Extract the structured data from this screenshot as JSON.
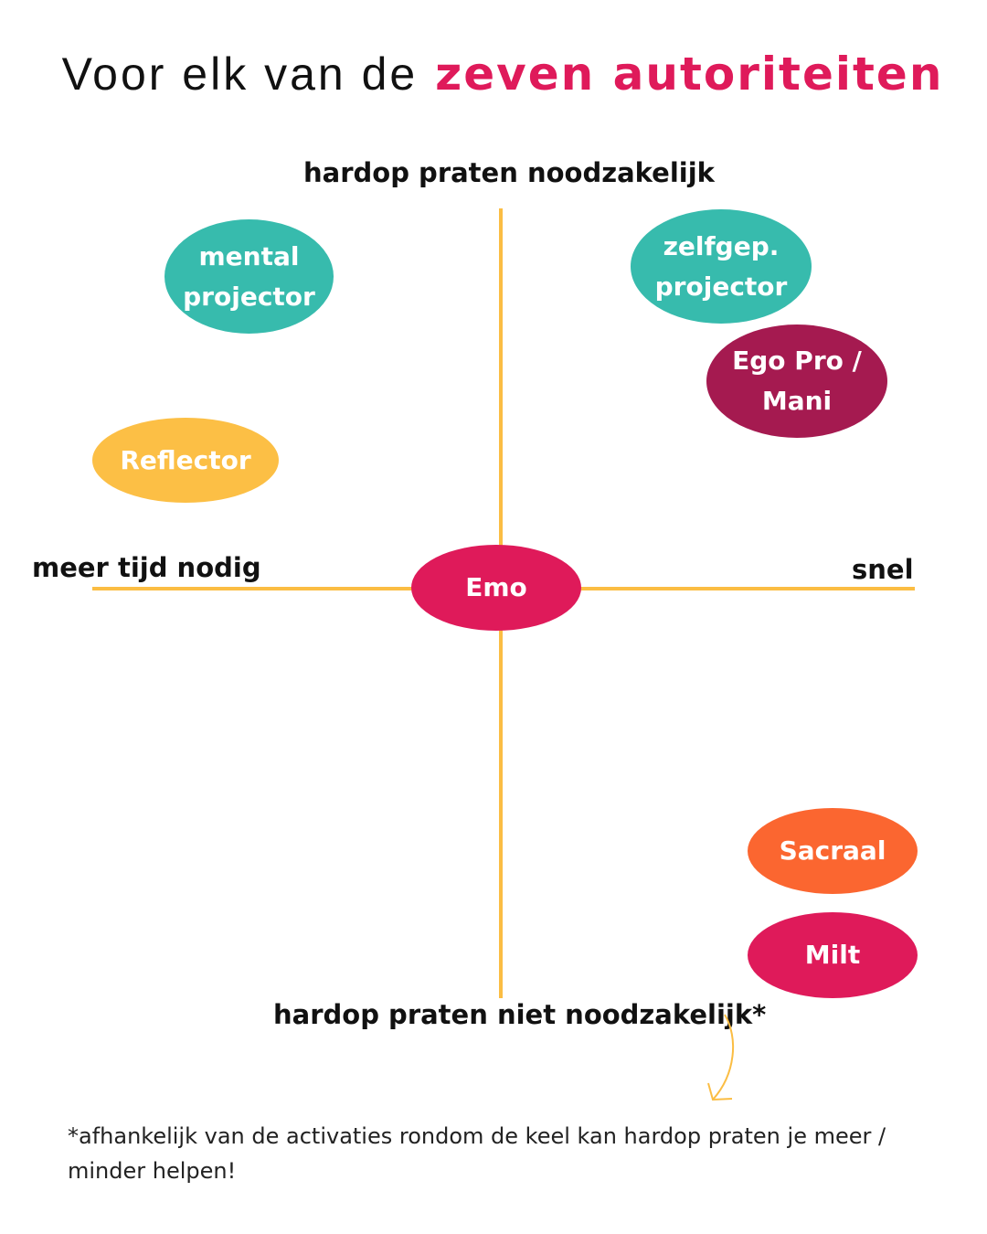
{
  "title": {
    "plain": "Voor elk van de",
    "accent": "zeven autoriteiten"
  },
  "axes": {
    "top": "hardop praten noodzakelijk",
    "bottom": "hardop praten niet noodzakelijk*",
    "left": "meer tijd nodig",
    "right": "snel"
  },
  "colors": {
    "axis": "#fbbd43",
    "teal": "#37bbad",
    "magenta": "#df1a5a",
    "plum": "#a51a50",
    "yellow": "#fcbf45",
    "orange": "#fb6630"
  },
  "authorities": [
    {
      "id": "mental-projector",
      "line1": "mental",
      "line2": "projector",
      "color": "#37bbad"
    },
    {
      "id": "zelfgep-projector",
      "line1": "zelfgep.",
      "line2": "projector",
      "color": "#37bbad"
    },
    {
      "id": "ego-pro-mani",
      "line1": "Ego Pro /",
      "line2": "Mani",
      "color": "#a51a50"
    },
    {
      "id": "reflector",
      "line1": "Reflector",
      "line2": "",
      "color": "#fcbf45"
    },
    {
      "id": "emo",
      "line1": "Emo",
      "line2": "",
      "color": "#df1a5a"
    },
    {
      "id": "sacraal",
      "line1": "Sacraal",
      "line2": "",
      "color": "#fb6630"
    },
    {
      "id": "milt",
      "line1": "Milt",
      "line2": "",
      "color": "#df1a5a"
    }
  ],
  "footnote": "*afhankelijk van de activaties rondom de keel kan hardop praten je meer / minder helpen!"
}
